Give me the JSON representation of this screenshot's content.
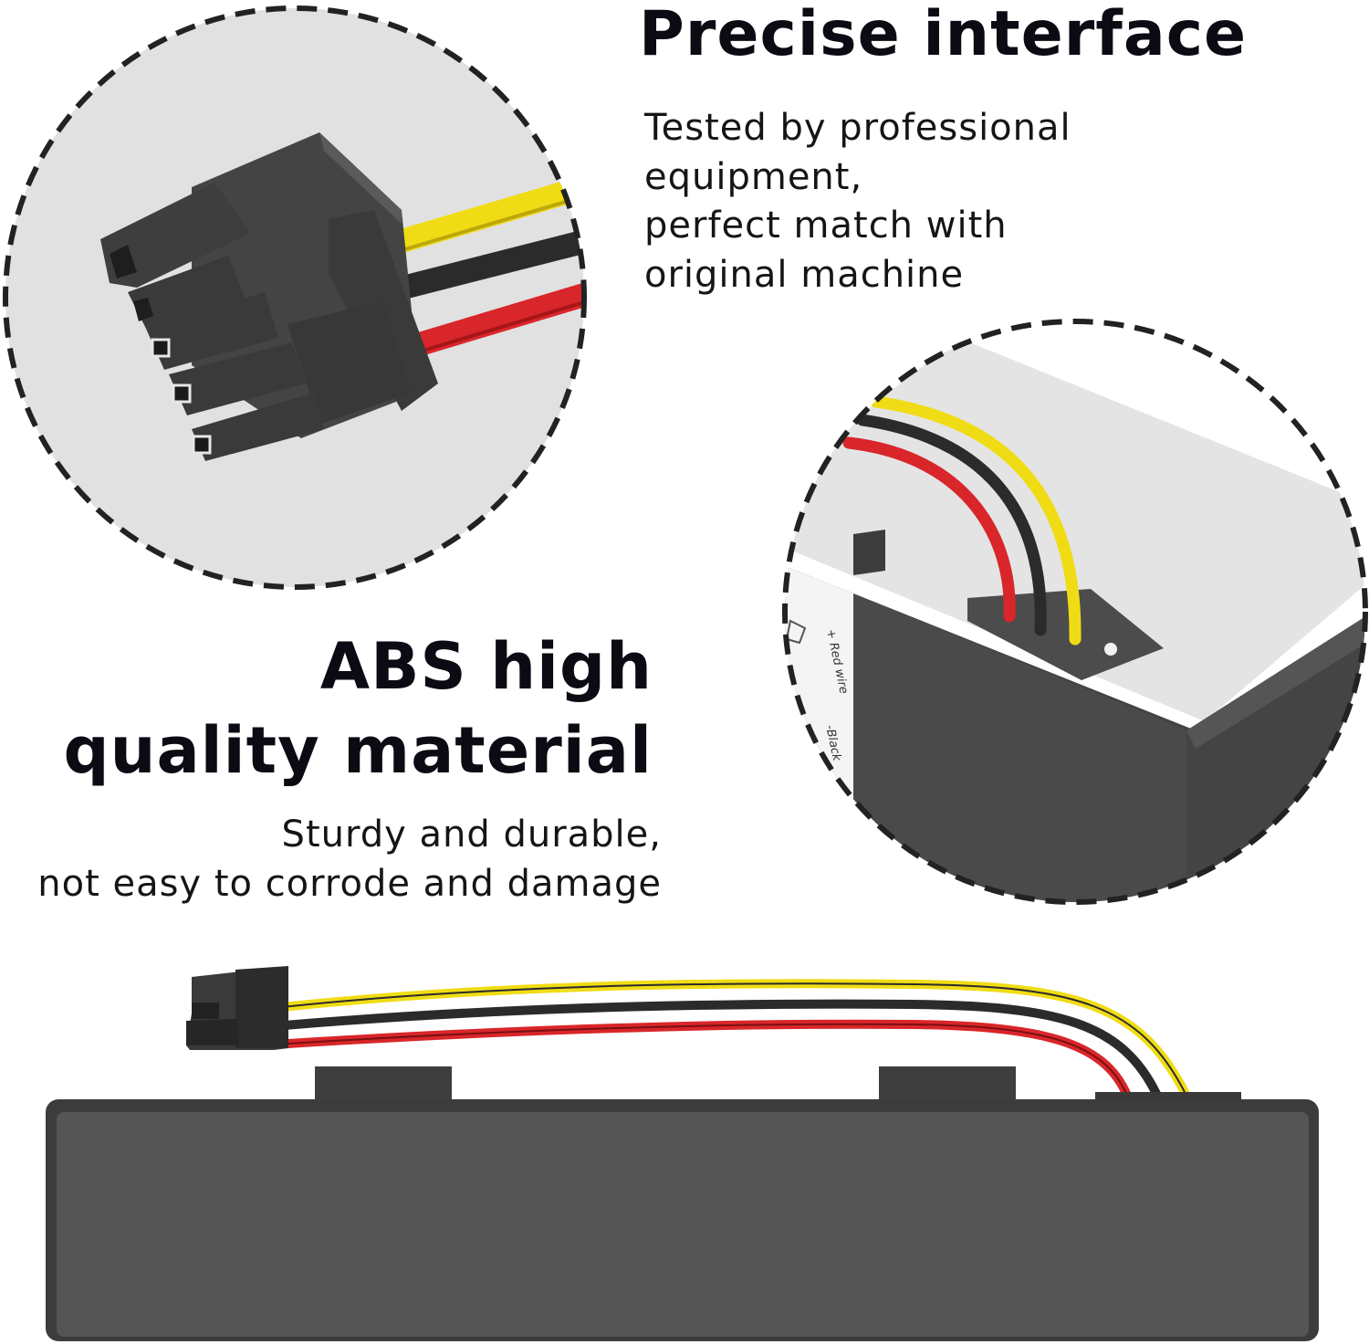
{
  "section_interface": {
    "title": "Precise interface",
    "description_lines": [
      "Tested by professional",
      "equipment,",
      "perfect match with",
      "original machine"
    ]
  },
  "section_material": {
    "title_lines": [
      "ABS high",
      "quality material"
    ],
    "description_lines": [
      "Sturdy and durable,",
      "not easy to corrode and damage"
    ]
  },
  "battery_label": {
    "red_wire": "+ Red wire",
    "black_wire": "-Black"
  },
  "colors": {
    "wire_yellow": "#f0dc14",
    "wire_black": "#2b2b2b",
    "wire_red": "#d9262a",
    "battery_body": "#555555",
    "zoom_background": "#e1e1e1"
  },
  "icons": {
    "recycle_symbol": "recycle-icon",
    "connector": "connector-icon"
  }
}
